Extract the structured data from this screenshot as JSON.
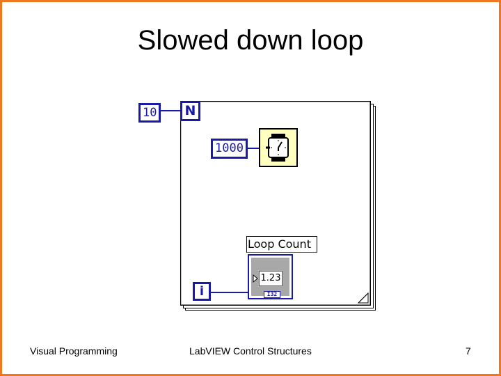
{
  "title": "Slowed down loop",
  "footer": {
    "left": "Visual Programming",
    "center": "LabVIEW Control Structures",
    "page_number": "7"
  },
  "diagram": {
    "count_constant": "10",
    "count_terminal": "N",
    "wait_constant": "1000",
    "wait_icon": "wait-ms-watch-icon",
    "indicator_label": "Loop Count",
    "indicator_value": "1.23",
    "indicator_type": "I32",
    "iteration_terminal": "i"
  },
  "colors": {
    "border": "#f07820",
    "wire": "#1a1aa8",
    "wait_icon_bg": "#ffffc0"
  }
}
